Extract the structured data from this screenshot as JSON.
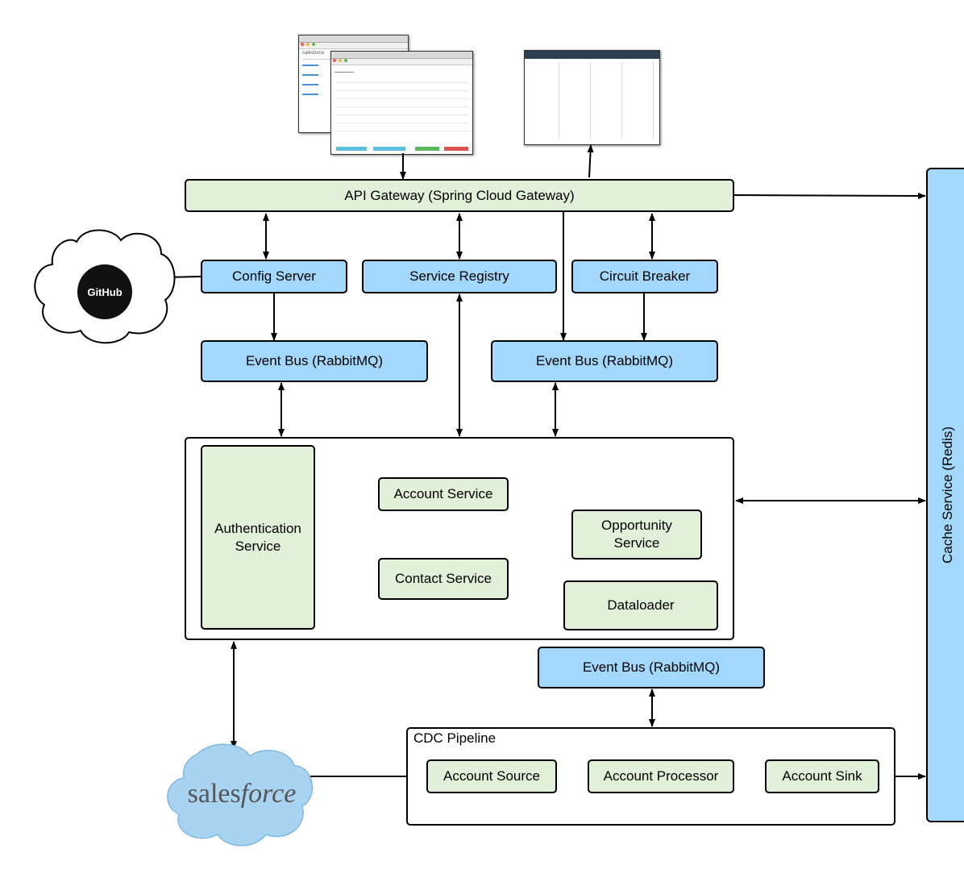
{
  "gateway": {
    "label": "API Gateway (Spring Cloud Gateway)"
  },
  "config_server": {
    "label": "Config Server"
  },
  "service_registry": {
    "label": "Service Registry"
  },
  "circuit_breaker": {
    "label": "Circuit Breaker"
  },
  "event_bus_left": {
    "label": "Event Bus (RabbitMQ)"
  },
  "event_bus_right": {
    "label": "Event Bus (RabbitMQ)"
  },
  "event_bus_cdc": {
    "label": "Event Bus (RabbitMQ)"
  },
  "auth_service": {
    "label": "Authentication Service"
  },
  "account_service": {
    "label": "Account Service"
  },
  "opportunity_service": {
    "label": "Opportunity Service"
  },
  "contact_service": {
    "label": "Contact Service"
  },
  "dataloader": {
    "label": "Dataloader"
  },
  "cdc": {
    "title": "CDC Pipeline",
    "source": "Account Source",
    "processor": "Account Processor",
    "sink": "Account Sink"
  },
  "cache": {
    "label": "Cache Service (Redis)"
  },
  "github": {
    "label": "GitHub"
  },
  "salesforce": {
    "label_a": "sales",
    "label_b": "force"
  },
  "colors": {
    "green": "#e2f0d9",
    "blue": "#a3d8fc",
    "cloud": "#a8d4f2"
  }
}
